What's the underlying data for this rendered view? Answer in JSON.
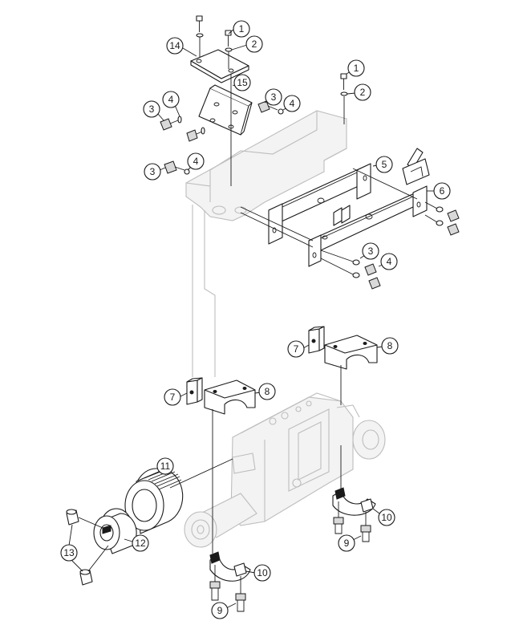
{
  "diagram": {
    "callouts": [
      {
        "id": "c1a",
        "label": "1"
      },
      {
        "id": "c2a",
        "label": "2"
      },
      {
        "id": "c14",
        "label": "14"
      },
      {
        "id": "c15",
        "label": "15"
      },
      {
        "id": "c1b",
        "label": "1"
      },
      {
        "id": "c2b",
        "label": "2"
      },
      {
        "id": "c3a",
        "label": "3"
      },
      {
        "id": "c4a",
        "label": "4"
      },
      {
        "id": "c3b",
        "label": "3"
      },
      {
        "id": "c4b",
        "label": "4"
      },
      {
        "id": "c3c",
        "label": "3"
      },
      {
        "id": "c4c",
        "label": "4"
      },
      {
        "id": "c5",
        "label": "5"
      },
      {
        "id": "c6",
        "label": "6"
      },
      {
        "id": "c3d",
        "label": "3"
      },
      {
        "id": "c4d",
        "label": "4"
      },
      {
        "id": "c7a",
        "label": "7"
      },
      {
        "id": "c8a",
        "label": "8"
      },
      {
        "id": "c7b",
        "label": "7"
      },
      {
        "id": "c8b",
        "label": "8"
      },
      {
        "id": "c11",
        "label": "11"
      },
      {
        "id": "c12",
        "label": "12"
      },
      {
        "id": "c13",
        "label": "13"
      },
      {
        "id": "c10a",
        "label": "10"
      },
      {
        "id": "c9a",
        "label": "9"
      },
      {
        "id": "c10b",
        "label": "10"
      },
      {
        "id": "c9b",
        "label": "9"
      }
    ]
  }
}
